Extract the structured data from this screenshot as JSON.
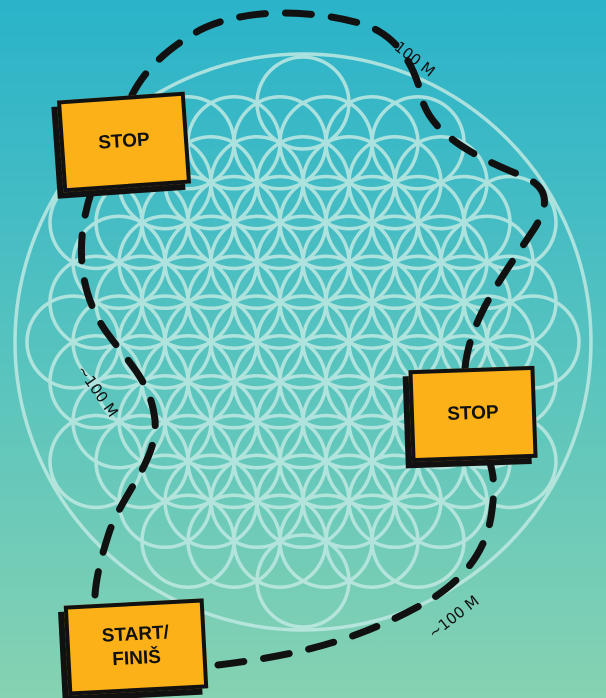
{
  "colors": {
    "background_top": "#2ab3c9",
    "background_bottom": "#86d2b2",
    "pattern": "#bfe9e3",
    "route": "#111111",
    "sign_fill": "#fbb117",
    "sign_border": "#111111"
  },
  "pattern": {
    "name": "flower-of-life"
  },
  "signs": {
    "stop_top": "STOP",
    "stop_right": "STOP",
    "start_line1": "START/",
    "start_line2": "FINIŠ"
  },
  "distances": {
    "top_right": "~100 M",
    "left": "~100 M",
    "bottom_right": "~100 M"
  }
}
